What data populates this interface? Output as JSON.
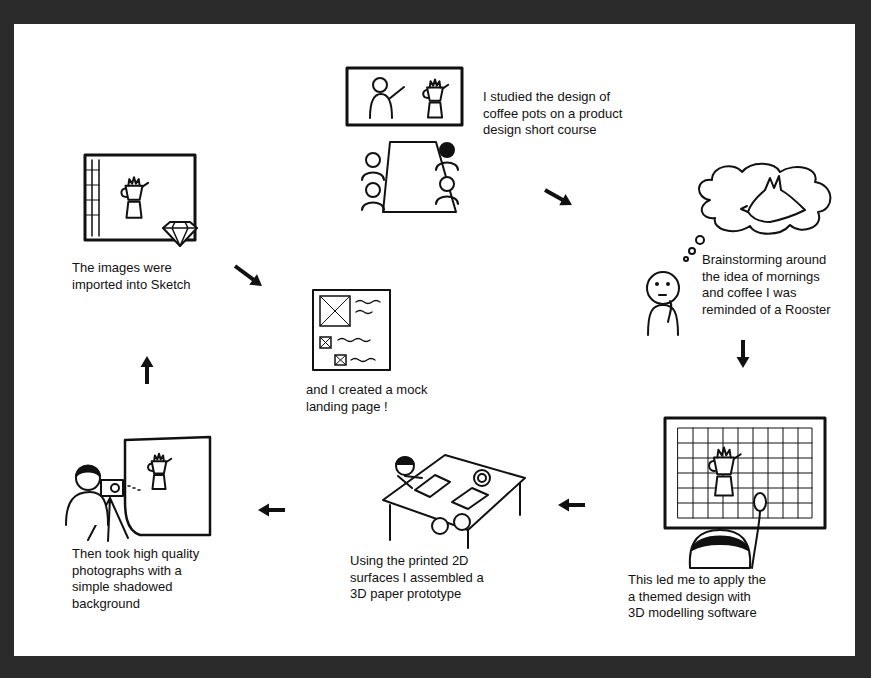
{
  "diagram": {
    "nodes": [
      {
        "text": [
          "I studied the design of coffee pots on a product design short course"
        ]
      },
      {
        "text": [
          "Brainstorming around the idea of mornings and coffee I was reminded of a Rooster"
        ]
      },
      {
        "text": [
          "This led me to apply the a themed design with 3D modelling software"
        ]
      },
      {
        "text": [
          "Using the printed 2D surfaces I assembled a 3D paper prototype"
        ]
      },
      {
        "text": [
          "Then took high quality photographs with a simple shadowed background"
        ]
      },
      {
        "text": [
          "The images were imported into Sketch"
        ]
      },
      {
        "text": [
          "and I created a mock landing page !"
        ]
      }
    ],
    "edges": [
      {
        "from": 0,
        "to": 1,
        "arrow": "to"
      },
      {
        "from": 1,
        "to": 2,
        "arrow": "to"
      },
      {
        "from": 2,
        "to": 3,
        "arrow": "to"
      },
      {
        "from": 3,
        "to": 4,
        "arrow": "to"
      },
      {
        "from": 4,
        "to": 5,
        "arrow": "to"
      },
      {
        "from": 5,
        "to": 6,
        "arrow": "to"
      }
    ]
  }
}
